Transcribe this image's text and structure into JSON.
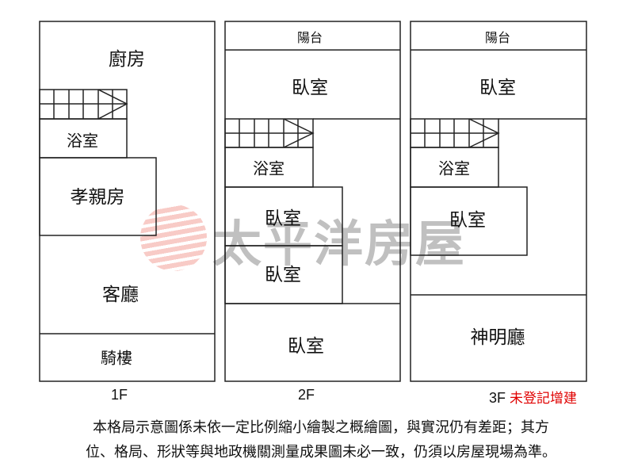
{
  "floors": [
    {
      "label": "1F",
      "rooms": [
        "廚房",
        "浴室",
        "孝親房",
        "客廳",
        "騎樓"
      ]
    },
    {
      "label": "2F",
      "rooms": [
        "陽台",
        "臥室",
        "浴室",
        "臥室",
        "臥室",
        "臥室"
      ]
    },
    {
      "label": "3F",
      "note": "未登記增建",
      "rooms": [
        "陽台",
        "臥室",
        "浴室",
        "臥室",
        "神明廳"
      ]
    }
  ],
  "watermark": "太平洋房屋",
  "caption": [
    "本格局示意圖係未依一定比例縮小繪製之概繪圖，與實況仍有差距；其方",
    "位、格局、形狀等與地政機關測量成果圖未必一致，仍須以房屋現場為準。"
  ],
  "colors": {
    "note": "#e00000",
    "line": "#222222"
  }
}
